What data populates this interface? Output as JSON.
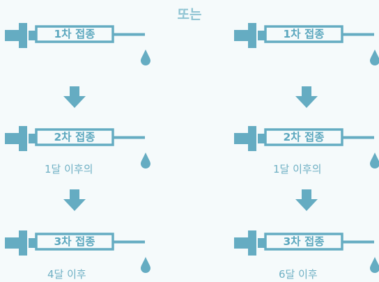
{
  "header": {
    "title": "또는"
  },
  "colors": {
    "accent": "#65acc2",
    "label": "#5ba7be",
    "subtext": "#6fb0c4",
    "background": "#f5fafb"
  },
  "columns": [
    {
      "steps": [
        {
          "label": "1차 접종",
          "note": ""
        },
        {
          "label": "2차 접종",
          "note": "1달 이후의"
        },
        {
          "label": "3차 접종",
          "note": "4달 이후"
        }
      ]
    },
    {
      "steps": [
        {
          "label": "1차 접종",
          "note": ""
        },
        {
          "label": "2차 접종",
          "note": "1달 이후의"
        },
        {
          "label": "3차 접종",
          "note": "6달 이후"
        }
      ]
    }
  ]
}
